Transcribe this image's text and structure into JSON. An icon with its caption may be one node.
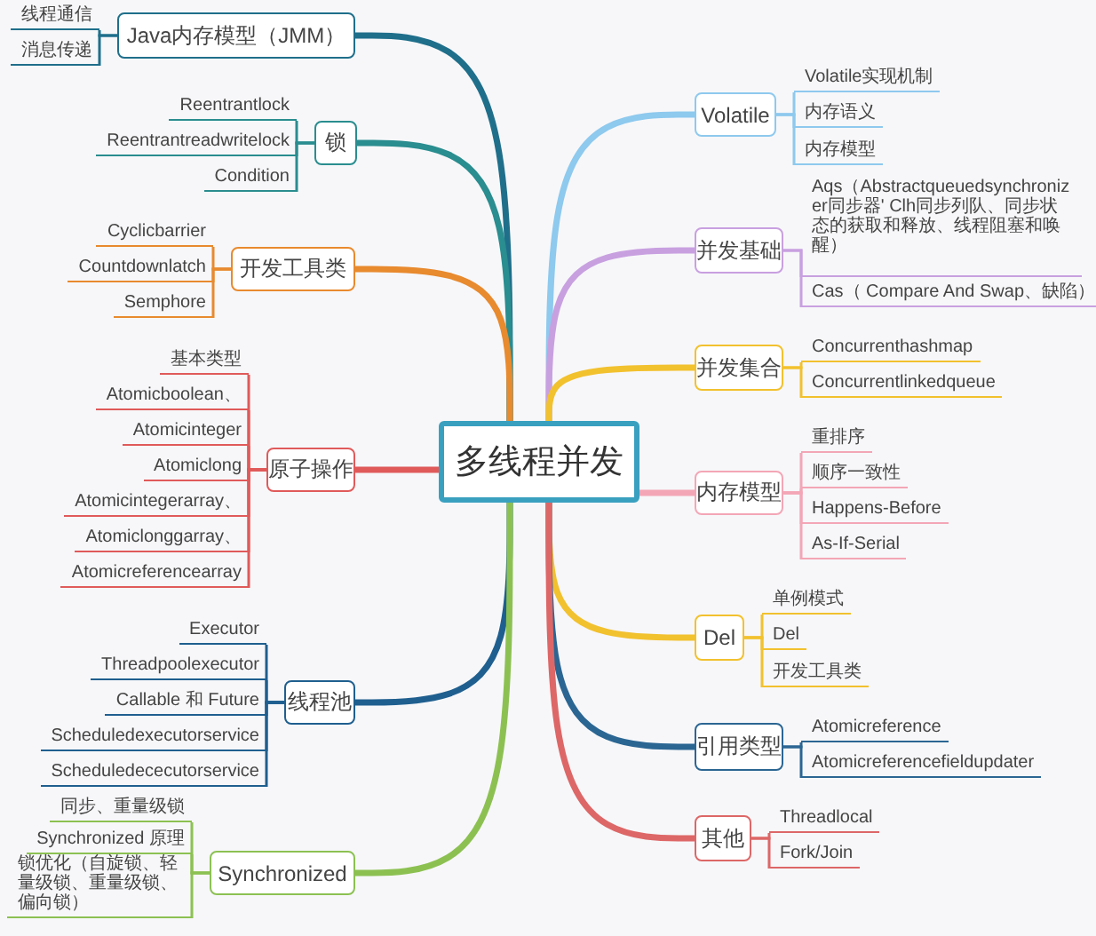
{
  "diagram": {
    "nodes": [
      {
        "text": [
          "多线程并发"
        ]
      },
      {
        "text": [
          "Java内存模型（JMM）"
        ]
      },
      {
        "text": [
          "线程通信"
        ]
      },
      {
        "text": [
          "消息传递"
        ]
      },
      {
        "text": [
          "锁"
        ]
      },
      {
        "text": [
          "Reentrantlock"
        ]
      },
      {
        "text": [
          "Reentrantreadwritelock"
        ]
      },
      {
        "text": [
          "Condition"
        ]
      },
      {
        "text": [
          "开发工具类"
        ]
      },
      {
        "text": [
          "Cyclicbarrier"
        ]
      },
      {
        "text": [
          "Countdownlatch"
        ]
      },
      {
        "text": [
          "Semphore"
        ]
      },
      {
        "text": [
          "原子操作"
        ]
      },
      {
        "text": [
          "基本类型"
        ]
      },
      {
        "text": [
          "Atomicboolean、"
        ]
      },
      {
        "text": [
          "Atomicinteger"
        ]
      },
      {
        "text": [
          "Atomiclong"
        ]
      },
      {
        "text": [
          "Atomicintegerarray、"
        ]
      },
      {
        "text": [
          "Atomiclonggarray、"
        ]
      },
      {
        "text": [
          "Atomicreferencearray"
        ]
      },
      {
        "text": [
          "线程池"
        ]
      },
      {
        "text": [
          "Executor"
        ]
      },
      {
        "text": [
          "Threadpoolexecutor"
        ]
      },
      {
        "text": [
          "Callable 和 Future"
        ]
      },
      {
        "text": [
          "Scheduledexecutorservice"
        ]
      },
      {
        "text": [
          "Scheduledececutorservice"
        ]
      },
      {
        "text": [
          "Synchronized"
        ]
      },
      {
        "text": [
          "同步、重量级锁"
        ]
      },
      {
        "text": [
          "Synchronized 原理"
        ]
      },
      {
        "text": [
          "锁优化（自旋锁、轻量级锁、重量级锁、偏向锁）"
        ]
      },
      {
        "text": [
          "Volatile"
        ]
      },
      {
        "text": [
          "Volatile实现机制"
        ]
      },
      {
        "text": [
          "内存语义"
        ]
      },
      {
        "text": [
          "内存模型"
        ]
      },
      {
        "text": [
          "并发基础"
        ]
      },
      {
        "text": [
          "Aqs（Abstractqueuedsynchronizer同步器' Clh同步列队、同步状态的获取和释放、线程阻塞和唤醒）"
        ]
      },
      {
        "text": [
          "Cas（ Compare And Swap、缺陷）"
        ]
      },
      {
        "text": [
          "并发集合"
        ]
      },
      {
        "text": [
          "Concurrenthashmap"
        ]
      },
      {
        "text": [
          "Concurrentlinkedqueue"
        ]
      },
      {
        "text": [
          "内存模型"
        ]
      },
      {
        "text": [
          "重排序"
        ]
      },
      {
        "text": [
          "顺序一致性"
        ]
      },
      {
        "text": [
          "Happens-Before"
        ]
      },
      {
        "text": [
          "As-If-Serial"
        ]
      },
      {
        "text": [
          "Del"
        ]
      },
      {
        "text": [
          "单例模式"
        ]
      },
      {
        "text": [
          "Del"
        ]
      },
      {
        "text": [
          "开发工具类"
        ]
      },
      {
        "text": [
          "引用类型"
        ]
      },
      {
        "text": [
          "Atomicreference"
        ]
      },
      {
        "text": [
          "Atomicreferencefieldupdater"
        ]
      },
      {
        "text": [
          "其他"
        ]
      },
      {
        "text": [
          "Threadlocal"
        ]
      },
      {
        "text": [
          "Fork/Join"
        ]
      }
    ],
    "edges": [
      {
        "from": 0,
        "to": 1,
        "arrow": "none",
        "style": "thick",
        "color": "#1f6f8b"
      },
      {
        "from": 1,
        "to": 2,
        "arrow": "none",
        "color": "#1f6f8b"
      },
      {
        "from": 1,
        "to": 3,
        "arrow": "none",
        "color": "#1f6f8b"
      },
      {
        "from": 0,
        "to": 4,
        "arrow": "none",
        "style": "thick",
        "color": "#2a8d8f"
      },
      {
        "from": 4,
        "to": 5,
        "arrow": "none",
        "color": "#2a8d8f"
      },
      {
        "from": 4,
        "to": 6,
        "arrow": "none",
        "color": "#2a8d8f"
      },
      {
        "from": 4,
        "to": 7,
        "arrow": "none",
        "color": "#2a8d8f"
      },
      {
        "from": 0,
        "to": 8,
        "arrow": "none",
        "style": "thick",
        "color": "#e88a2e"
      },
      {
        "from": 8,
        "to": 9,
        "arrow": "none",
        "color": "#e88a2e"
      },
      {
        "from": 8,
        "to": 10,
        "arrow": "none",
        "color": "#e88a2e"
      },
      {
        "from": 8,
        "to": 11,
        "arrow": "none",
        "color": "#e88a2e"
      },
      {
        "from": 0,
        "to": 12,
        "arrow": "none",
        "style": "thick",
        "color": "#e05a5a"
      },
      {
        "from": 12,
        "to": 13,
        "arrow": "none",
        "color": "#e05a5a"
      },
      {
        "from": 12,
        "to": 14,
        "arrow": "none",
        "color": "#e05a5a"
      },
      {
        "from": 12,
        "to": 15,
        "arrow": "none",
        "color": "#e05a5a"
      },
      {
        "from": 12,
        "to": 16,
        "arrow": "none",
        "color": "#e05a5a"
      },
      {
        "from": 12,
        "to": 17,
        "arrow": "none",
        "color": "#e05a5a"
      },
      {
        "from": 12,
        "to": 18,
        "arrow": "none",
        "color": "#e05a5a"
      },
      {
        "from": 12,
        "to": 19,
        "arrow": "none",
        "color": "#e05a5a"
      },
      {
        "from": 0,
        "to": 20,
        "arrow": "none",
        "style": "thick",
        "color": "#1f5f8f"
      },
      {
        "from": 20,
        "to": 21,
        "arrow": "none",
        "color": "#1f5f8f"
      },
      {
        "from": 20,
        "to": 22,
        "arrow": "none",
        "color": "#1f5f8f"
      },
      {
        "from": 20,
        "to": 23,
        "arrow": "none",
        "color": "#1f5f8f"
      },
      {
        "from": 20,
        "to": 24,
        "arrow": "none",
        "color": "#1f5f8f"
      },
      {
        "from": 20,
        "to": 25,
        "arrow": "none",
        "color": "#1f5f8f"
      },
      {
        "from": 0,
        "to": 26,
        "arrow": "none",
        "style": "thick",
        "color": "#8cc152"
      },
      {
        "from": 26,
        "to": 27,
        "arrow": "none",
        "color": "#8cc152"
      },
      {
        "from": 26,
        "to": 28,
        "arrow": "none",
        "color": "#8cc152"
      },
      {
        "from": 26,
        "to": 29,
        "arrow": "none",
        "color": "#8cc152"
      },
      {
        "from": 0,
        "to": 30,
        "arrow": "none",
        "style": "thick",
        "color": "#8ec9ee"
      },
      {
        "from": 30,
        "to": 31,
        "arrow": "none",
        "color": "#8ec9ee"
      },
      {
        "from": 30,
        "to": 32,
        "arrow": "none",
        "color": "#8ec9ee"
      },
      {
        "from": 30,
        "to": 33,
        "arrow": "none",
        "color": "#8ec9ee"
      },
      {
        "from": 0,
        "to": 34,
        "arrow": "none",
        "style": "thick",
        "color": "#c8a0e0"
      },
      {
        "from": 34,
        "to": 35,
        "arrow": "none",
        "color": "#c8a0e0"
      },
      {
        "from": 34,
        "to": 36,
        "arrow": "none",
        "color": "#c8a0e0"
      },
      {
        "from": 0,
        "to": 37,
        "arrow": "none",
        "style": "thick",
        "color": "#f2c12e"
      },
      {
        "from": 37,
        "to": 38,
        "arrow": "none",
        "color": "#f2c12e"
      },
      {
        "from": 37,
        "to": 39,
        "arrow": "none",
        "color": "#f2c12e"
      },
      {
        "from": 0,
        "to": 40,
        "arrow": "none",
        "style": "thick",
        "color": "#f3a6b6"
      },
      {
        "from": 40,
        "to": 41,
        "arrow": "none",
        "color": "#f3a6b6"
      },
      {
        "from": 40,
        "to": 42,
        "arrow": "none",
        "color": "#f3a6b6"
      },
      {
        "from": 40,
        "to": 43,
        "arrow": "none",
        "color": "#f3a6b6"
      },
      {
        "from": 40,
        "to": 44,
        "arrow": "none",
        "color": "#f3a6b6"
      },
      {
        "from": 0,
        "to": 45,
        "arrow": "none",
        "style": "thick",
        "color": "#f2c12e"
      },
      {
        "from": 45,
        "to": 46,
        "arrow": "none",
        "color": "#f2c12e"
      },
      {
        "from": 45,
        "to": 47,
        "arrow": "none",
        "color": "#f2c12e"
      },
      {
        "from": 45,
        "to": 48,
        "arrow": "none",
        "color": "#f2c12e"
      },
      {
        "from": 0,
        "to": 49,
        "arrow": "none",
        "style": "thick",
        "color": "#2b6693"
      },
      {
        "from": 49,
        "to": 50,
        "arrow": "none",
        "color": "#2b6693"
      },
      {
        "from": 49,
        "to": 51,
        "arrow": "none",
        "color": "#2b6693"
      },
      {
        "from": 0,
        "to": 52,
        "arrow": "none",
        "style": "thick",
        "color": "#dd6767"
      },
      {
        "from": 52,
        "to": 53,
        "arrow": "none",
        "color": "#dd6767"
      },
      {
        "from": 52,
        "to": 54,
        "arrow": "none",
        "color": "#dd6767"
      }
    ]
  }
}
